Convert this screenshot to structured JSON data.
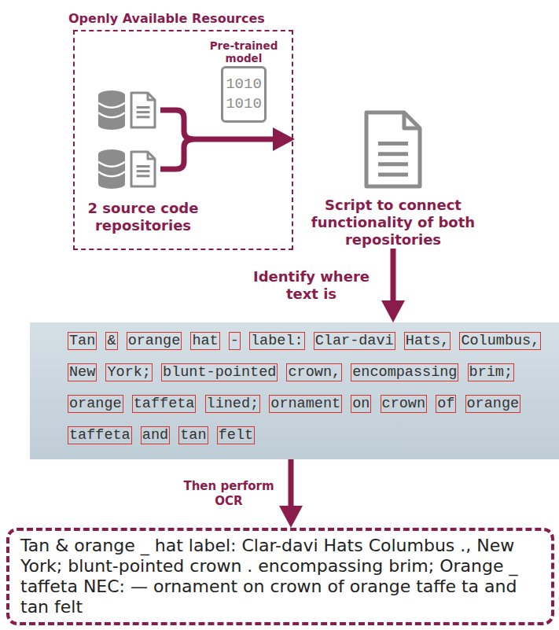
{
  "diagram": {
    "nodes": [
      {
        "text": [
          "Openly Available Resources"
        ]
      },
      {
        "text": [
          "Pre-trained model",
          "1010 1010"
        ],
        "in": 0
      },
      {
        "text": [
          "2 source code repositories"
        ],
        "in": 0
      },
      {
        "text": [
          "Script to connect functionality of both repositories"
        ]
      },
      {
        "text": [
          "Tan & orange hat - label: Clar-davi Hats, Columbus, New York; blunt-pointed crown, encompassing brim; orange taffeta lined; ornament on crown of orange taffeta and tan felt"
        ]
      },
      {
        "text": [
          "Tan & orange _ hat label: Clar-davi Hats Columbus ., New York; blunt-pointed crown . encompassing brim; Orange _ taffeta NEC: — ornament on crown of orange taffe ta and tan felt"
        ]
      }
    ],
    "edges": [
      {
        "from": 2,
        "to": 3,
        "arrow": "to"
      },
      {
        "from": 3,
        "to": 4,
        "arrow": "to",
        "label": "Identify where text is"
      },
      {
        "from": 4,
        "to": 5,
        "arrow": "to",
        "label": "Then perform OCR"
      }
    ]
  }
}
